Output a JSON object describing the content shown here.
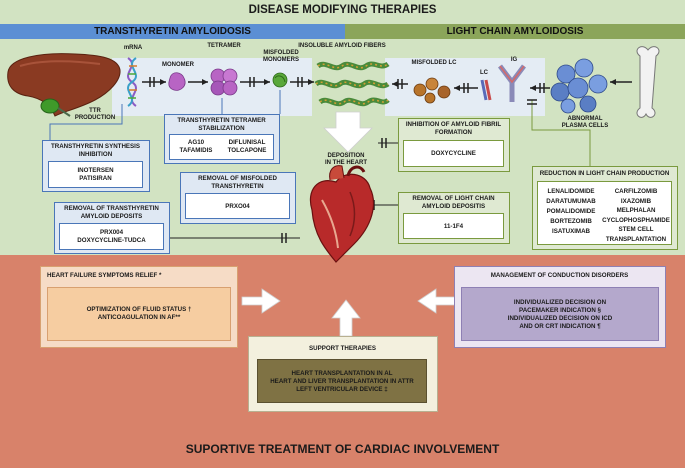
{
  "titles": {
    "disease_modifying": "DISEASE MODIFYING THERAPIES",
    "ttr_header": "TRANSTHYRETIN AMYLOIDOSIS",
    "al_header": "LIGHT CHAIN AMYLOIDOSIS",
    "supportive": "SUPORTIVE TREATMENT OF CARDIAC INVOLVEMENT"
  },
  "pathway_labels": {
    "mrna": "mRNA",
    "tetramer": "TETRAMER",
    "monomer": "MONOMER",
    "misfolded_monomers": "MISFOLDED\nMONOMERS",
    "insoluble_fibers": "INSOLUBLE AMYLOID FIBERS",
    "ttr_production": "TTR PRODUCTION",
    "misfolded_lc": "MISFOLDED  LC",
    "lc": "LC",
    "ig": "IG",
    "abnormal_plasma_cells": "ABNORMAL\nPLASMA CELLS",
    "deposition": "DEPOSITION\nIN THE HEART"
  },
  "boxes": {
    "synthesis": {
      "title": "TRANSTHYRETIN SYNTHESIS\nINHIBITION",
      "body": "INOTERSEN\nPATISIRAN"
    },
    "stabilization": {
      "title": "TRANSTHYRETIN TETRAMER\nSTABILIZATION",
      "body_left": "AG10\nTAFAMIDIS",
      "body_right": "DIFLUNISAL\nTOLCAPONE"
    },
    "removal_misfolded": {
      "title": "REMOVAL OF MISFOLDED\nTRANSTHYRETIN",
      "body": "PRXO04"
    },
    "removal_ttr_deposits": {
      "title": "REMOVAL OF TRANSTHYRETIN\nAMYLOID DEPOSITS",
      "body": "PRX004\nDOXYCYCLINE-TUDCA"
    },
    "inhibition_fibril": {
      "title": "INHIBITION OF AMYLOID FIBRIL\nFORMATION",
      "body": "DOXYCYCLINE"
    },
    "removal_lc": {
      "title": "REMOVAL OF LIGHT CHAIN\nAMYLOID DEPOSITIS",
      "body": "11-1F4"
    },
    "reduction_lc": {
      "title": "REDUCTION IN LIGHT CHAIN PRODUCTION",
      "body_left": "LENALIDOMIDE\nDARATUMUMAB\nPOMALIDOMIDE\nBORTEZOMIB\nISATUXIMAB",
      "body_right": "CARFILZOMIB\nIXAZOMIB\nMELPHALAN\nCYCLOPHOSPHAMIDE\nSTEM CELL\nTRANSPLANTATION"
    },
    "heart_failure": {
      "title": "HEART FAILURE SYMPTOMS RELIEF *",
      "body": "OPTIMIZATION OF FLUID STATUS †\nANTICOAGULATION IN AF**"
    },
    "conduction": {
      "title": "MANAGEMENT OF CONDUCTION DISORDERS",
      "body": "INDIVIDUALIZED DECISION ON\nPACEMAKER INDICATION §\nINDIVIDUALIZED DECISION ON ICD\nAND OR CRT INDICATION ¶"
    },
    "support": {
      "title": "SUPPORT THERAPIES",
      "body": "HEART TRANSPLANTATION IN AL\nHEART AND LIVER TRANSPLANTATION IN ATTR\nLEFT VENTRICULAR DEVICE ‡"
    }
  },
  "colors": {
    "top_bg": "#d2e3c2",
    "bottom_bg": "#d8826a",
    "ttr_bar": "#5b8fd4",
    "al_bar": "#8ba55a",
    "ttr_box_border": "#4a76b8",
    "al_box_border": "#7a9a3e",
    "heart_failure_fill": "#f6cda1",
    "conduction_fill": "#b4a8cc",
    "support_fill": "#7f7244"
  },
  "icons": [
    "liver-icon",
    "dna-icon",
    "tetramer-icon",
    "monomer-icon",
    "fibril-icon",
    "antibody-icon",
    "plasma-cell-icon",
    "bone-icon",
    "heart-icon"
  ]
}
